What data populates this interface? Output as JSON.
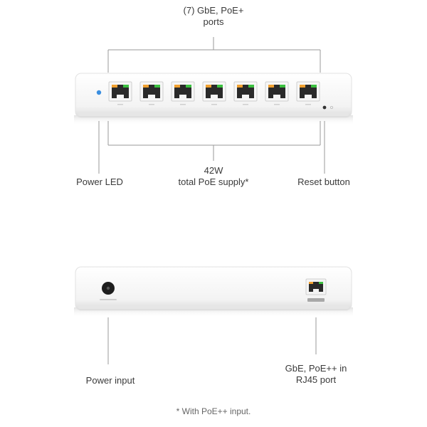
{
  "top_view": {
    "ports_label_line1": "(7) GbE, PoE+",
    "ports_label_line2": "ports",
    "supply_label_line1": "42W",
    "supply_label_line2": "total PoE supply*",
    "power_led_label": "Power LED",
    "reset_label": "Reset button",
    "port_count": 7,
    "led_color": "#3b8fe0",
    "port_led_left_color": "#f0a030",
    "port_led_right_color": "#3cc040"
  },
  "rear_view": {
    "power_input_label": "Power input",
    "uplink_label_line1": "GbE, PoE++ in",
    "uplink_label_line2": "RJ45 port"
  },
  "footnote": "* With PoE++ input."
}
